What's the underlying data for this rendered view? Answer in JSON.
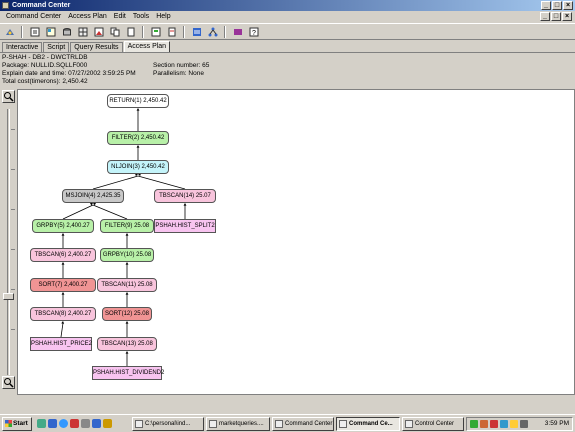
{
  "window": {
    "title": "Command Center",
    "min": "_",
    "max": "□",
    "close": "×"
  },
  "menu": [
    "Command Center",
    "Access Plan",
    "Edit",
    "Tools",
    "Help"
  ],
  "tabs": [
    {
      "label": "Interactive",
      "active": false
    },
    {
      "label": "Script",
      "active": false
    },
    {
      "label": "Query Results",
      "active": false
    },
    {
      "label": "Access Plan",
      "active": true
    }
  ],
  "info": {
    "db": "P-SHAH - DB2 - DWCTRLDB",
    "package": "Package: NULLID.SQLLF000",
    "section": "Section number: 65",
    "explain": "Explain date and time: 07/27/2002 3:59:25 PM",
    "parallelism": "Parallelism: None",
    "total_cost": "Total cost(timerons): 2,450.42"
  },
  "plan": {
    "nodes": [
      {
        "id": "return1",
        "label": "RETURN(1) 2,450.42",
        "kind": "return"
      },
      {
        "id": "filter2",
        "label": "FILTER(2) 2,450.42",
        "kind": "filter"
      },
      {
        "id": "nljoin3",
        "label": "NLJOIN(3) 2,450.42",
        "kind": "join"
      },
      {
        "id": "msjoin4",
        "label": "MSJOIN(4) 2,425.35",
        "kind": "msjoin"
      },
      {
        "id": "tbscan14",
        "label": "TBSCAN(14) 25.07",
        "kind": "tbscan"
      },
      {
        "id": "hist_split2",
        "label": "PSHAH.HIST_SPLIT2",
        "kind": "table"
      },
      {
        "id": "grpby5",
        "label": "GRPBY(5) 2,400.27",
        "kind": "grpby"
      },
      {
        "id": "filter9",
        "label": "FILTER(9) 25.08",
        "kind": "filter"
      },
      {
        "id": "tbscan6",
        "label": "TBSCAN(6) 2,400.27",
        "kind": "tbscan"
      },
      {
        "id": "grpby10",
        "label": "GRPBY(10) 25.08",
        "kind": "grpby"
      },
      {
        "id": "sort7",
        "label": "SORT(7) 2,400.27",
        "kind": "sort"
      },
      {
        "id": "tbscan11",
        "label": "TBSCAN(11) 25.08",
        "kind": "tbscan"
      },
      {
        "id": "tbscan8",
        "label": "TBSCAN(8) 2,400.27",
        "kind": "tbscan"
      },
      {
        "id": "sort12",
        "label": "SORT(12) 25.08",
        "kind": "sort"
      },
      {
        "id": "hist_price2",
        "label": "PSHAH.HIST_PRICE2",
        "kind": "table"
      },
      {
        "id": "tbscan13",
        "label": "TBSCAN(13) 25.08",
        "kind": "tbscan"
      },
      {
        "id": "hist_dividend2",
        "label": "PSHAH.HIST_DIVIDEND2",
        "kind": "table"
      }
    ],
    "edges": [
      [
        "filter2",
        "return1"
      ],
      [
        "nljoin3",
        "filter2"
      ],
      [
        "msjoin4",
        "nljoin3"
      ],
      [
        "tbscan14",
        "nljoin3"
      ],
      [
        "hist_split2",
        "tbscan14"
      ],
      [
        "grpby5",
        "msjoin4"
      ],
      [
        "filter9",
        "msjoin4"
      ],
      [
        "tbscan6",
        "grpby5"
      ],
      [
        "grpby10",
        "filter9"
      ],
      [
        "sort7",
        "tbscan6"
      ],
      [
        "tbscan11",
        "grpby10"
      ],
      [
        "tbscan8",
        "sort7"
      ],
      [
        "sort12",
        "tbscan11"
      ],
      [
        "hist_price2",
        "tbscan8"
      ],
      [
        "tbscan13",
        "sort12"
      ],
      [
        "hist_dividend2",
        "tbscan13"
      ]
    ],
    "colors": {
      "return": "#ffffff",
      "filter": "#b8f0a8",
      "join": "#c4f4fa",
      "msjoin": "#c8c8c8",
      "tbscan": "#f8c4dc",
      "grpby": "#b8f0a8",
      "sort": "#f09494",
      "table": "#f8c4f0"
    }
  },
  "taskbar": {
    "start": "Start",
    "tasks": [
      {
        "label": "C:\\personal\\ind...",
        "active": false
      },
      {
        "label": "marketqueries....",
        "active": false
      },
      {
        "label": "Command Center",
        "active": false
      },
      {
        "label": "Command Ce...",
        "active": true
      },
      {
        "label": "Control Center",
        "active": false
      }
    ],
    "clock": "3:59 PM"
  }
}
